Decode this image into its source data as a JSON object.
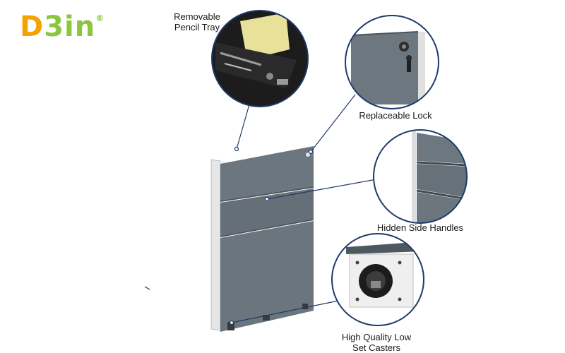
{
  "logo": {
    "letter_d": "D",
    "letters_rest": "3in",
    "registered": "®"
  },
  "labels": {
    "pencil_tray": {
      "line1": "Removable",
      "line2": "Pencil Tray"
    },
    "lock": "Replaceable Lock",
    "handles": "Hidden Side Handles",
    "casters": {
      "line1": "High Quality Low",
      "line2": "Set Casters"
    }
  },
  "colors": {
    "cabinet": "#6b767f",
    "callout_border": "#1f3a68",
    "logo_primary": "#f2a300",
    "logo_secondary": "#8cc63f"
  }
}
